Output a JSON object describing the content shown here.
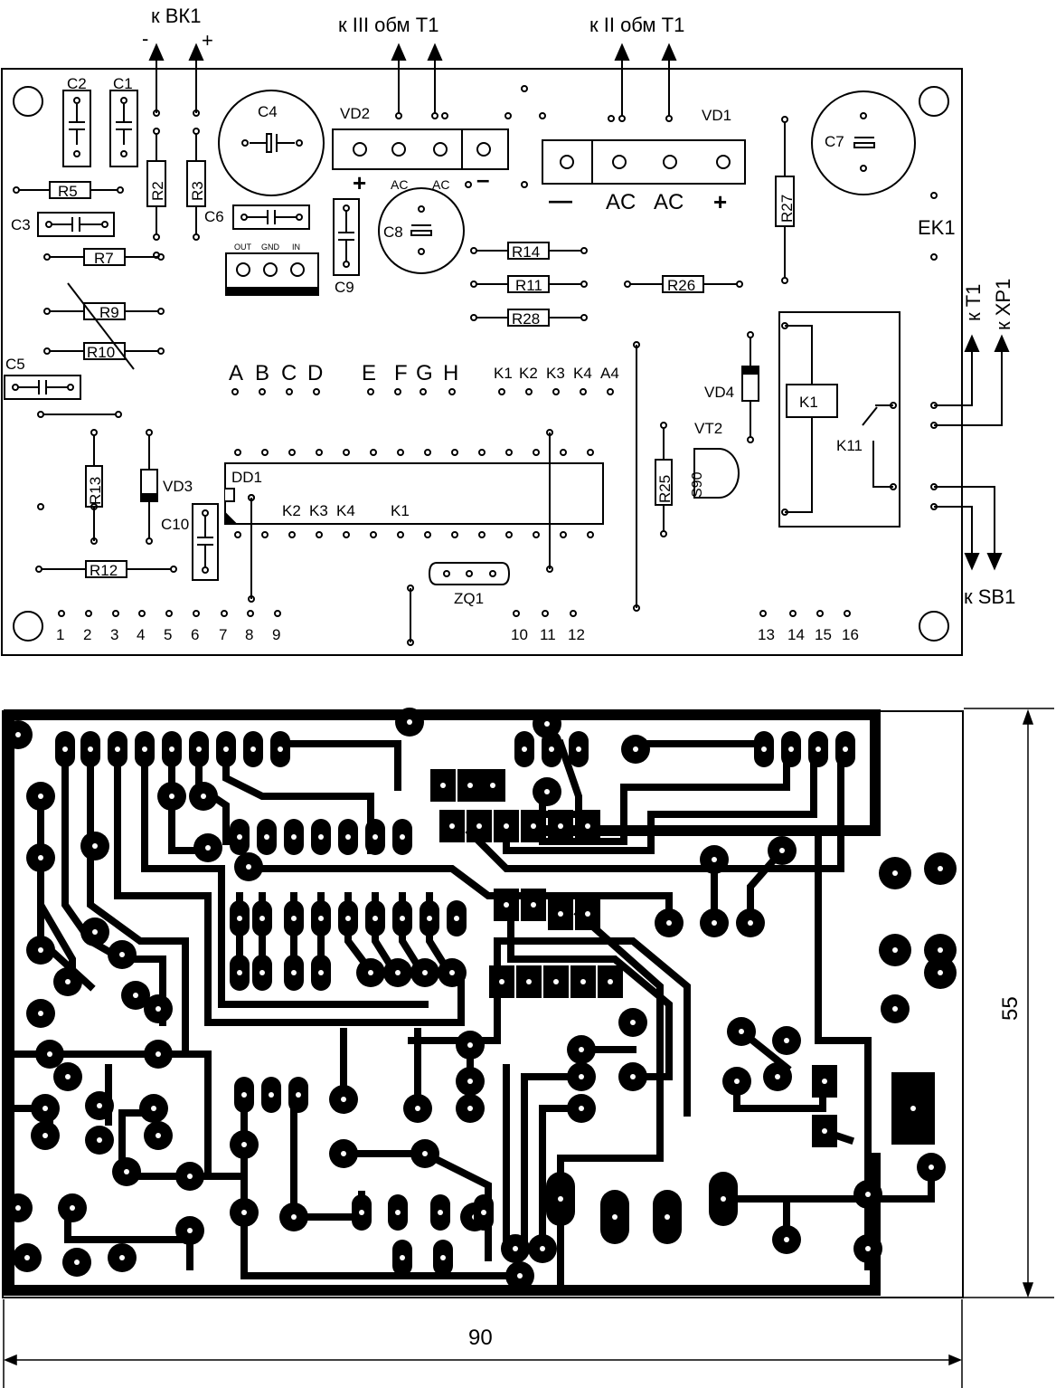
{
  "connectors": {
    "bk1": "к ВК1",
    "bk1_minus": "-",
    "bk1_plus": "+",
    "t1_winding3": "к III обм Т1",
    "t1_winding2": "к II обм Т1",
    "to_t1": "к Т1",
    "to_xp1": "к ХР1",
    "to_sb1": "к SB1"
  },
  "components": {
    "capacitors": [
      "C1",
      "C2",
      "C3",
      "C4",
      "C5",
      "C6",
      "C7",
      "C8",
      "C9",
      "C10"
    ],
    "resistors": [
      "R2",
      "R3",
      "R5",
      "R7",
      "R9",
      "R10",
      "R11",
      "R12",
      "R13",
      "R14",
      "R25",
      "R26",
      "R27",
      "R28"
    ],
    "diodes": [
      "VD1",
      "VD2",
      "VD3",
      "VD4"
    ],
    "other": {
      "chip": "DD1",
      "transistor": "VT2",
      "transistor_marking": "S90",
      "relay": "K1",
      "relay_contact": "K11",
      "heater": "EK1",
      "resonator": "ZQ1"
    }
  },
  "bridge_labels": {
    "plus": "+",
    "ac": "AC",
    "minus": "—"
  },
  "regulator_pins": [
    "OUT",
    "GND",
    "IN"
  ],
  "segment_labels": [
    "A",
    "B",
    "C",
    "D",
    "E",
    "F",
    "G",
    "H"
  ],
  "digit_labels": [
    "K1",
    "K2",
    "K3",
    "K4",
    "A4"
  ],
  "chip_pin_labels": [
    "K2",
    "K3",
    "K4",
    "K1"
  ],
  "pin_numbers": [
    "1",
    "2",
    "3",
    "4",
    "5",
    "6",
    "7",
    "8",
    "9",
    "10",
    "11",
    "12",
    "13",
    "14",
    "15",
    "16"
  ],
  "dimensions": {
    "height": "55",
    "width": "90"
  }
}
